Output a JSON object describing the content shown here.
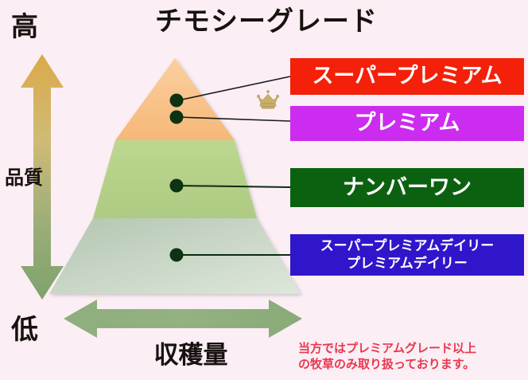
{
  "title": "チモシーグレード",
  "axes": {
    "vertical": {
      "name": "品質",
      "high_label": "高",
      "low_label": "低",
      "icon": "double-arrow-vertical-icon",
      "color_top": "#d9a441",
      "color_bottom": "#7ba06a"
    },
    "horizontal": {
      "name": "収穫量",
      "icon": "double-arrow-horizontal-icon",
      "color": "#8aaa78"
    }
  },
  "pyramid": {
    "name": "quality-pyramid",
    "tiers": [
      {
        "name": "tier-top",
        "color": "#f7bf86"
      },
      {
        "name": "tier-middle",
        "color": "#b6d189"
      },
      {
        "name": "tier-bottom",
        "color": "#c3d2c0"
      }
    ],
    "markers": [
      {
        "name": "marker-super-premium",
        "color": "#0d3312"
      },
      {
        "name": "marker-premium",
        "color": "#0d3312"
      },
      {
        "name": "marker-number-one",
        "color": "#0d3312"
      },
      {
        "name": "marker-super-premium-daily",
        "color": "#0d3312"
      }
    ]
  },
  "crown": {
    "icon": "crown-icon",
    "color": "#c9b06a"
  },
  "legend": [
    {
      "id": "super-premium",
      "lines": [
        "スーパープレミアム"
      ],
      "background": "#f42009",
      "text_color": "#ffffff"
    },
    {
      "id": "premium",
      "lines": [
        "プレミアム"
      ],
      "background": "#cc2cef",
      "text_color": "#ffffff"
    },
    {
      "id": "number-one",
      "lines": [
        "ナンバーワン"
      ],
      "background": "#0b6110",
      "text_color": "#ffffff"
    },
    {
      "id": "daily",
      "lines": [
        "スーパープレミアムデイリー",
        "プレミアムデイリー"
      ],
      "background": "#3016ca",
      "text_color": "#ffffff"
    }
  ],
  "footnote": {
    "lines": [
      "当方ではプレミアムグレード以上",
      "の牧草のみ取り扱っております。"
    ],
    "color": "#e8384f"
  },
  "background_color": "#fbeef4"
}
